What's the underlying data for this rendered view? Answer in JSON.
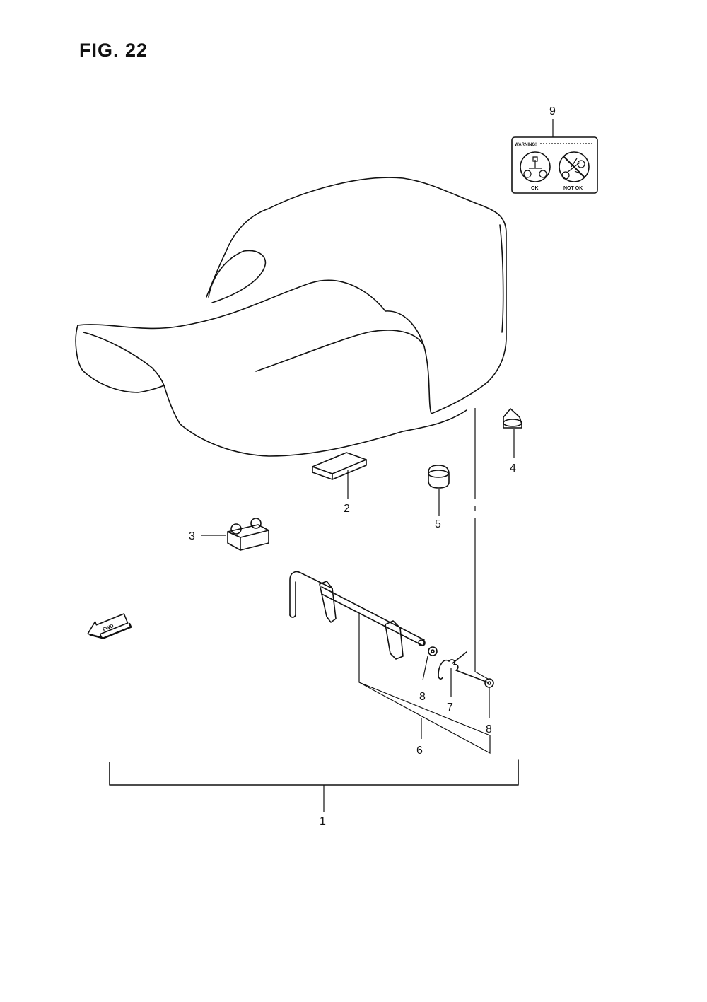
{
  "figure": {
    "title": "FIG. 22"
  },
  "callouts": {
    "c1": "1",
    "c2": "2",
    "c3": "3",
    "c4": "4",
    "c5": "5",
    "c6": "6",
    "c7": "7",
    "c8a": "8",
    "c8b": "8",
    "c9": "9"
  },
  "decal": {
    "heading": "WARNING!",
    "ok_label": "OK",
    "not_ok_label": "NOT OK"
  },
  "direction_badge": {
    "label": "FWD"
  },
  "icons": [
    "seat-icon",
    "pad-icon",
    "clip-icon",
    "cushion-icon",
    "latch-rod-icon",
    "spring-icon",
    "washer-icon",
    "warning-decal-icon",
    "fwd-arrow-icon"
  ]
}
